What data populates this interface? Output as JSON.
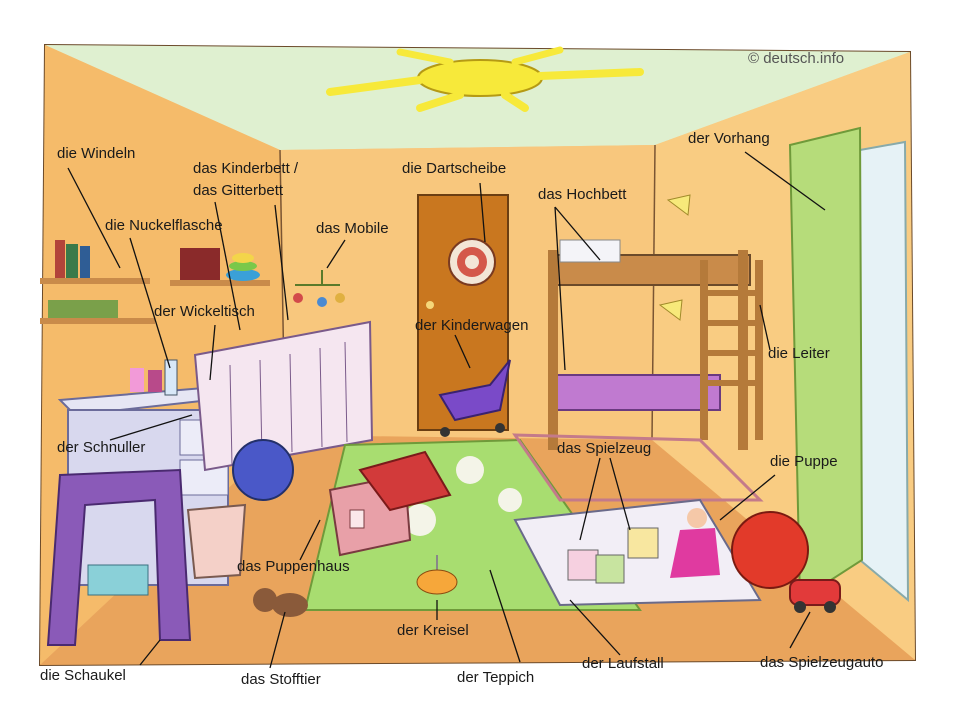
{
  "copyright": "© deutsch.info",
  "labels": {
    "windeln": "die Windeln",
    "kinderbett_1": "das Kinderbett /",
    "kinderbett_2": "das Gitterbett",
    "dartscheibe": "die Dartscheibe",
    "vorhang": "der Vorhang",
    "nuckelflasche": "die Nuckelflasche",
    "mobile": "das Mobile",
    "hochbett": "das Hochbett",
    "wickeltisch": "der Wickeltisch",
    "kinderwagen": "der Kinderwagen",
    "leiter": "die Leiter",
    "schnuller": "der Schnuller",
    "spielzeug": "das Spielzeug",
    "puppe": "die Puppe",
    "puppenhaus": "das Puppenhaus",
    "kreisel": "der Kreisel",
    "laufstall": "der Laufstall",
    "schaukel": "die Schaukel",
    "stofftier": "das Stofftier",
    "teppich": "der Teppich",
    "spielzeugauto": "das Spielzeugauto"
  },
  "colors": {
    "wall": "#f8c77d",
    "wall_left": "#f5bb6a",
    "floor": "#e9a45c",
    "ceiling": "#dff0d0",
    "sun": "#f7e93a",
    "door": "#c9771f",
    "crib": "#f5e6f0",
    "bed_wood": "#c98b4a",
    "bedding": "#c07ad0",
    "curtain": "#b6dc7a",
    "rug": "#a8dd70"
  }
}
